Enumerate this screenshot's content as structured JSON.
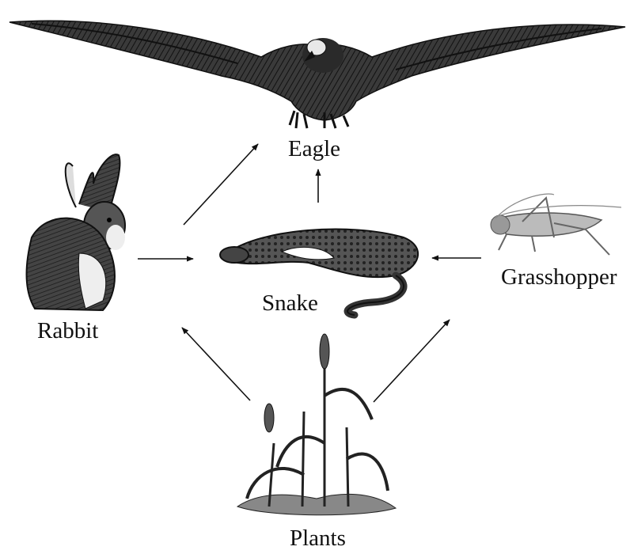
{
  "diagram": {
    "organisms": [
      {
        "id": "eagle",
        "label": "Eagle"
      },
      {
        "id": "rabbit",
        "label": "Rabbit"
      },
      {
        "id": "snake",
        "label": "Snake"
      },
      {
        "id": "grasshopper",
        "label": "Grasshopper"
      },
      {
        "id": "plants",
        "label": "Plants"
      }
    ],
    "arrows": [
      {
        "from": "rabbit",
        "to": "eagle"
      },
      {
        "from": "snake",
        "to": "eagle"
      },
      {
        "from": "rabbit",
        "to": "snake"
      },
      {
        "from": "grasshopper",
        "to": "snake"
      },
      {
        "from": "plants",
        "to": "rabbit"
      },
      {
        "from": "plants",
        "to": "grasshopper"
      }
    ]
  }
}
